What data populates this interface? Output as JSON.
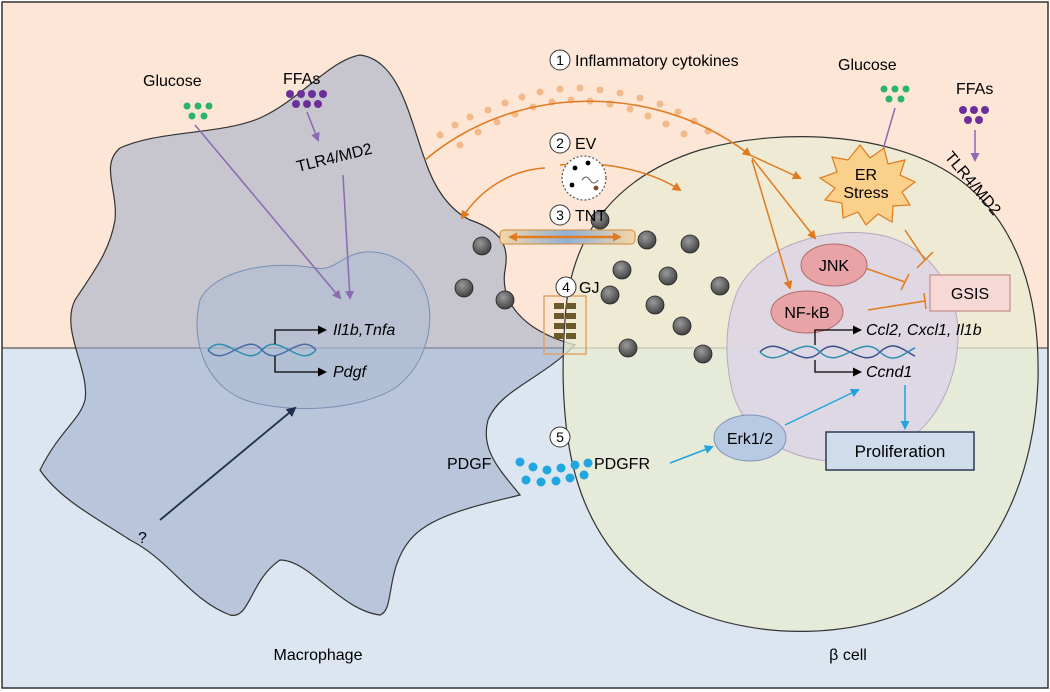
{
  "colors": {
    "top_band": "#fde6d6",
    "bottom_band": "#dce6f0",
    "macrophage_fill": "#9aa9c8",
    "beta_cell_fill": "#e8ebd2",
    "nucleus_fill": "#ddd6e4",
    "orange_arrow": "#e07b1f",
    "purple_arrow": "#8a6ab0",
    "blue_arrow": "#22a4dc",
    "dark_arrow": "#1f2f4f",
    "glucose_dot": "#2bb36a",
    "ffa_dot": "#6b2f9c",
    "pdgf_dot": "#21a7e0",
    "granule": "#5c5c5c",
    "gsis_fill": "#f6d8d6",
    "proliferation_fill": "#cfdcec",
    "jnk_fill": "#e7a3a6",
    "erk_fill": "#b8c9e2"
  },
  "labels": {
    "glucose_left": "Glucose",
    "ffas_left": "FFAs",
    "tlr4_left": "TLR4/MD2",
    "glucose_right": "Glucose",
    "ffas_right": "FFAs",
    "tlr4_right": "TLR4/MD2",
    "macrophage": "Macrophage",
    "beta_cell": "β cell",
    "question": "?",
    "pdgf": "PDGF",
    "pdgfr": "PDGFR"
  },
  "mechanisms": [
    {
      "num": "1",
      "label": "Inflammatory cytokines"
    },
    {
      "num": "2",
      "label": "EV"
    },
    {
      "num": "3",
      "label": "TNT"
    },
    {
      "num": "4",
      "label": "GJ"
    },
    {
      "num": "5",
      "label": ""
    }
  ],
  "genes": {
    "macrophage_top": "Il1b,Tnfa",
    "macrophage_bottom": "Pdgf",
    "beta_top": "Ccl2, Cxcl1, Il1b",
    "beta_bottom": "Ccnd1"
  },
  "nodes": {
    "er_stress_line1": "ER",
    "er_stress_line2": "Stress",
    "jnk": "JNK",
    "nfkb": "NF-kB",
    "gsis": "GSIS",
    "erk": "Erk1/2",
    "proliferation": "Proliferation"
  }
}
